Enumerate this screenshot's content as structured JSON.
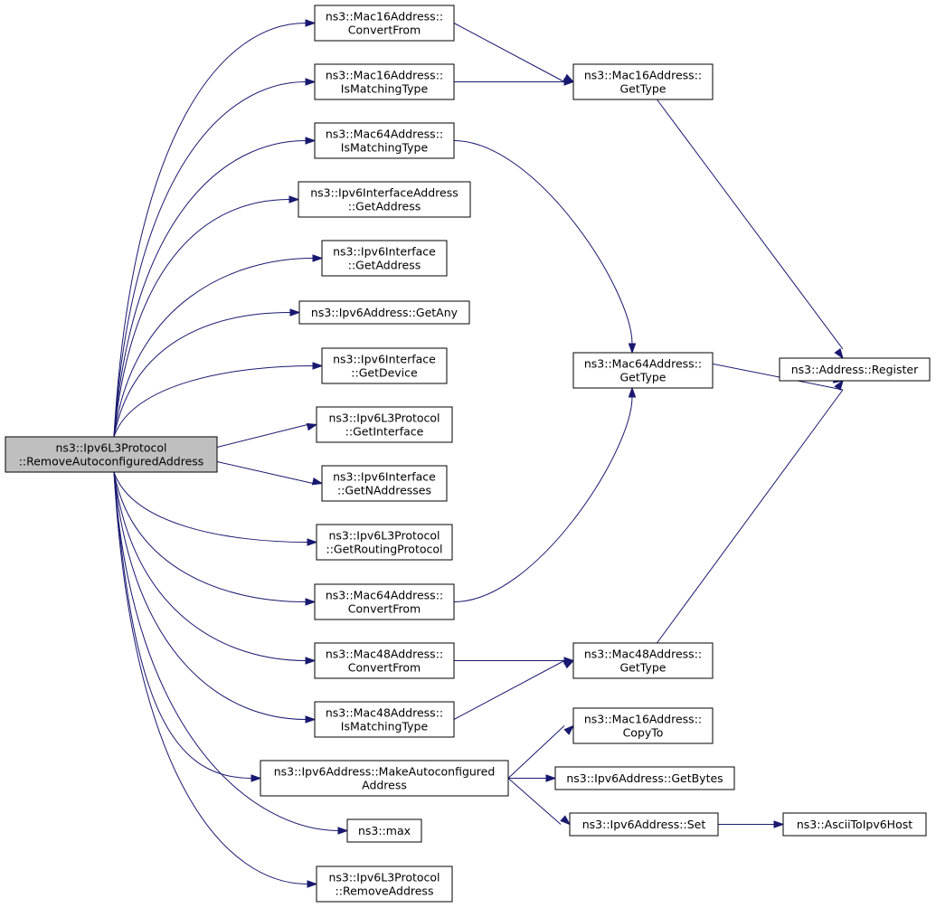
{
  "graph": {
    "root": "RemoveAutoconfiguredAddress",
    "nodes": {
      "RemoveAutoconfiguredAddress": {
        "lines": [
          "ns3::Ipv6L3Protocol",
          "::RemoveAutoconfiguredAddress"
        ],
        "root": true
      },
      "Mac16ConvertFrom": {
        "lines": [
          "ns3::Mac16Address::",
          "ConvertFrom"
        ]
      },
      "Mac16IsMatchingType": {
        "lines": [
          "ns3::Mac16Address::",
          "IsMatchingType"
        ]
      },
      "Mac64IsMatchingType": {
        "lines": [
          "ns3::Mac64Address::",
          "IsMatchingType"
        ]
      },
      "Ipv6InterfaceAddressGetAddress": {
        "lines": [
          "ns3::Ipv6InterfaceAddress",
          "::GetAddress"
        ]
      },
      "Ipv6InterfaceGetAddress": {
        "lines": [
          "ns3::Ipv6Interface",
          "::GetAddress"
        ]
      },
      "Ipv6AddressGetAny": {
        "lines": [
          "ns3::Ipv6Address::GetAny"
        ]
      },
      "Ipv6InterfaceGetDevice": {
        "lines": [
          "ns3::Ipv6Interface",
          "::GetDevice"
        ]
      },
      "Ipv6L3ProtocolGetInterface": {
        "lines": [
          "ns3::Ipv6L3Protocol",
          "::GetInterface"
        ]
      },
      "Ipv6InterfaceGetNAddresses": {
        "lines": [
          "ns3::Ipv6Interface",
          "::GetNAddresses"
        ]
      },
      "Ipv6L3ProtocolGetRoutingProtocol": {
        "lines": [
          "ns3::Ipv6L3Protocol",
          "::GetRoutingProtocol"
        ]
      },
      "Mac64ConvertFrom": {
        "lines": [
          "ns3::Mac64Address::",
          "ConvertFrom"
        ]
      },
      "Mac48ConvertFrom": {
        "lines": [
          "ns3::Mac48Address::",
          "ConvertFrom"
        ]
      },
      "Mac48IsMatchingType": {
        "lines": [
          "ns3::Mac48Address::",
          "IsMatchingType"
        ]
      },
      "Ipv6AddressMakeAutoconfiguredAddress": {
        "lines": [
          "ns3::Ipv6Address::MakeAutoconfigured",
          "Address"
        ]
      },
      "max": {
        "lines": [
          "ns3::max"
        ]
      },
      "Ipv6L3ProtocolRemoveAddress": {
        "lines": [
          "ns3::Ipv6L3Protocol",
          "::RemoveAddress"
        ]
      },
      "Mac16GetType": {
        "lines": [
          "ns3::Mac16Address::",
          "GetType"
        ]
      },
      "Mac64GetType": {
        "lines": [
          "ns3::Mac64Address::",
          "GetType"
        ]
      },
      "Mac48GetType": {
        "lines": [
          "ns3::Mac48Address::",
          "GetType"
        ]
      },
      "Mac16CopyTo": {
        "lines": [
          "ns3::Mac16Address::",
          "CopyTo"
        ]
      },
      "Ipv6AddressGetBytes": {
        "lines": [
          "ns3::Ipv6Address::GetBytes"
        ]
      },
      "Ipv6AddressSet": {
        "lines": [
          "ns3::Ipv6Address::Set"
        ]
      },
      "AddressRegister": {
        "lines": [
          "ns3::Address::Register"
        ]
      },
      "AsciiToIpv6Host": {
        "lines": [
          "ns3::AsciiToIpv6Host"
        ]
      }
    },
    "edges": [
      {
        "from": "RemoveAutoconfiguredAddress",
        "to": "Mac16ConvertFrom"
      },
      {
        "from": "RemoveAutoconfiguredAddress",
        "to": "Mac16IsMatchingType"
      },
      {
        "from": "RemoveAutoconfiguredAddress",
        "to": "Mac64IsMatchingType"
      },
      {
        "from": "RemoveAutoconfiguredAddress",
        "to": "Ipv6InterfaceAddressGetAddress"
      },
      {
        "from": "RemoveAutoconfiguredAddress",
        "to": "Ipv6InterfaceGetAddress"
      },
      {
        "from": "RemoveAutoconfiguredAddress",
        "to": "Ipv6AddressGetAny"
      },
      {
        "from": "RemoveAutoconfiguredAddress",
        "to": "Ipv6InterfaceGetDevice"
      },
      {
        "from": "RemoveAutoconfiguredAddress",
        "to": "Ipv6L3ProtocolGetInterface"
      },
      {
        "from": "RemoveAutoconfiguredAddress",
        "to": "Ipv6InterfaceGetNAddresses"
      },
      {
        "from": "RemoveAutoconfiguredAddress",
        "to": "Ipv6L3ProtocolGetRoutingProtocol"
      },
      {
        "from": "RemoveAutoconfiguredAddress",
        "to": "Mac64ConvertFrom"
      },
      {
        "from": "RemoveAutoconfiguredAddress",
        "to": "Mac48ConvertFrom"
      },
      {
        "from": "RemoveAutoconfiguredAddress",
        "to": "Mac48IsMatchingType"
      },
      {
        "from": "RemoveAutoconfiguredAddress",
        "to": "Ipv6AddressMakeAutoconfiguredAddress"
      },
      {
        "from": "RemoveAutoconfiguredAddress",
        "to": "max"
      },
      {
        "from": "RemoveAutoconfiguredAddress",
        "to": "Ipv6L3ProtocolRemoveAddress"
      },
      {
        "from": "Mac16ConvertFrom",
        "to": "Mac16GetType"
      },
      {
        "from": "Mac16IsMatchingType",
        "to": "Mac16GetType"
      },
      {
        "from": "Mac16GetType",
        "to": "AddressRegister"
      },
      {
        "from": "Mac64IsMatchingType",
        "to": "Mac64GetType"
      },
      {
        "from": "Mac64ConvertFrom",
        "to": "Mac64GetType"
      },
      {
        "from": "Mac64GetType",
        "to": "AddressRegister"
      },
      {
        "from": "Mac48ConvertFrom",
        "to": "Mac48GetType"
      },
      {
        "from": "Mac48IsMatchingType",
        "to": "Mac48GetType"
      },
      {
        "from": "Mac48GetType",
        "to": "AddressRegister"
      },
      {
        "from": "Ipv6AddressMakeAutoconfiguredAddress",
        "to": "Mac16CopyTo"
      },
      {
        "from": "Ipv6AddressMakeAutoconfiguredAddress",
        "to": "Ipv6AddressGetBytes"
      },
      {
        "from": "Ipv6AddressMakeAutoconfiguredAddress",
        "to": "Ipv6AddressSet"
      },
      {
        "from": "Ipv6AddressSet",
        "to": "AsciiToIpv6Host"
      }
    ]
  }
}
